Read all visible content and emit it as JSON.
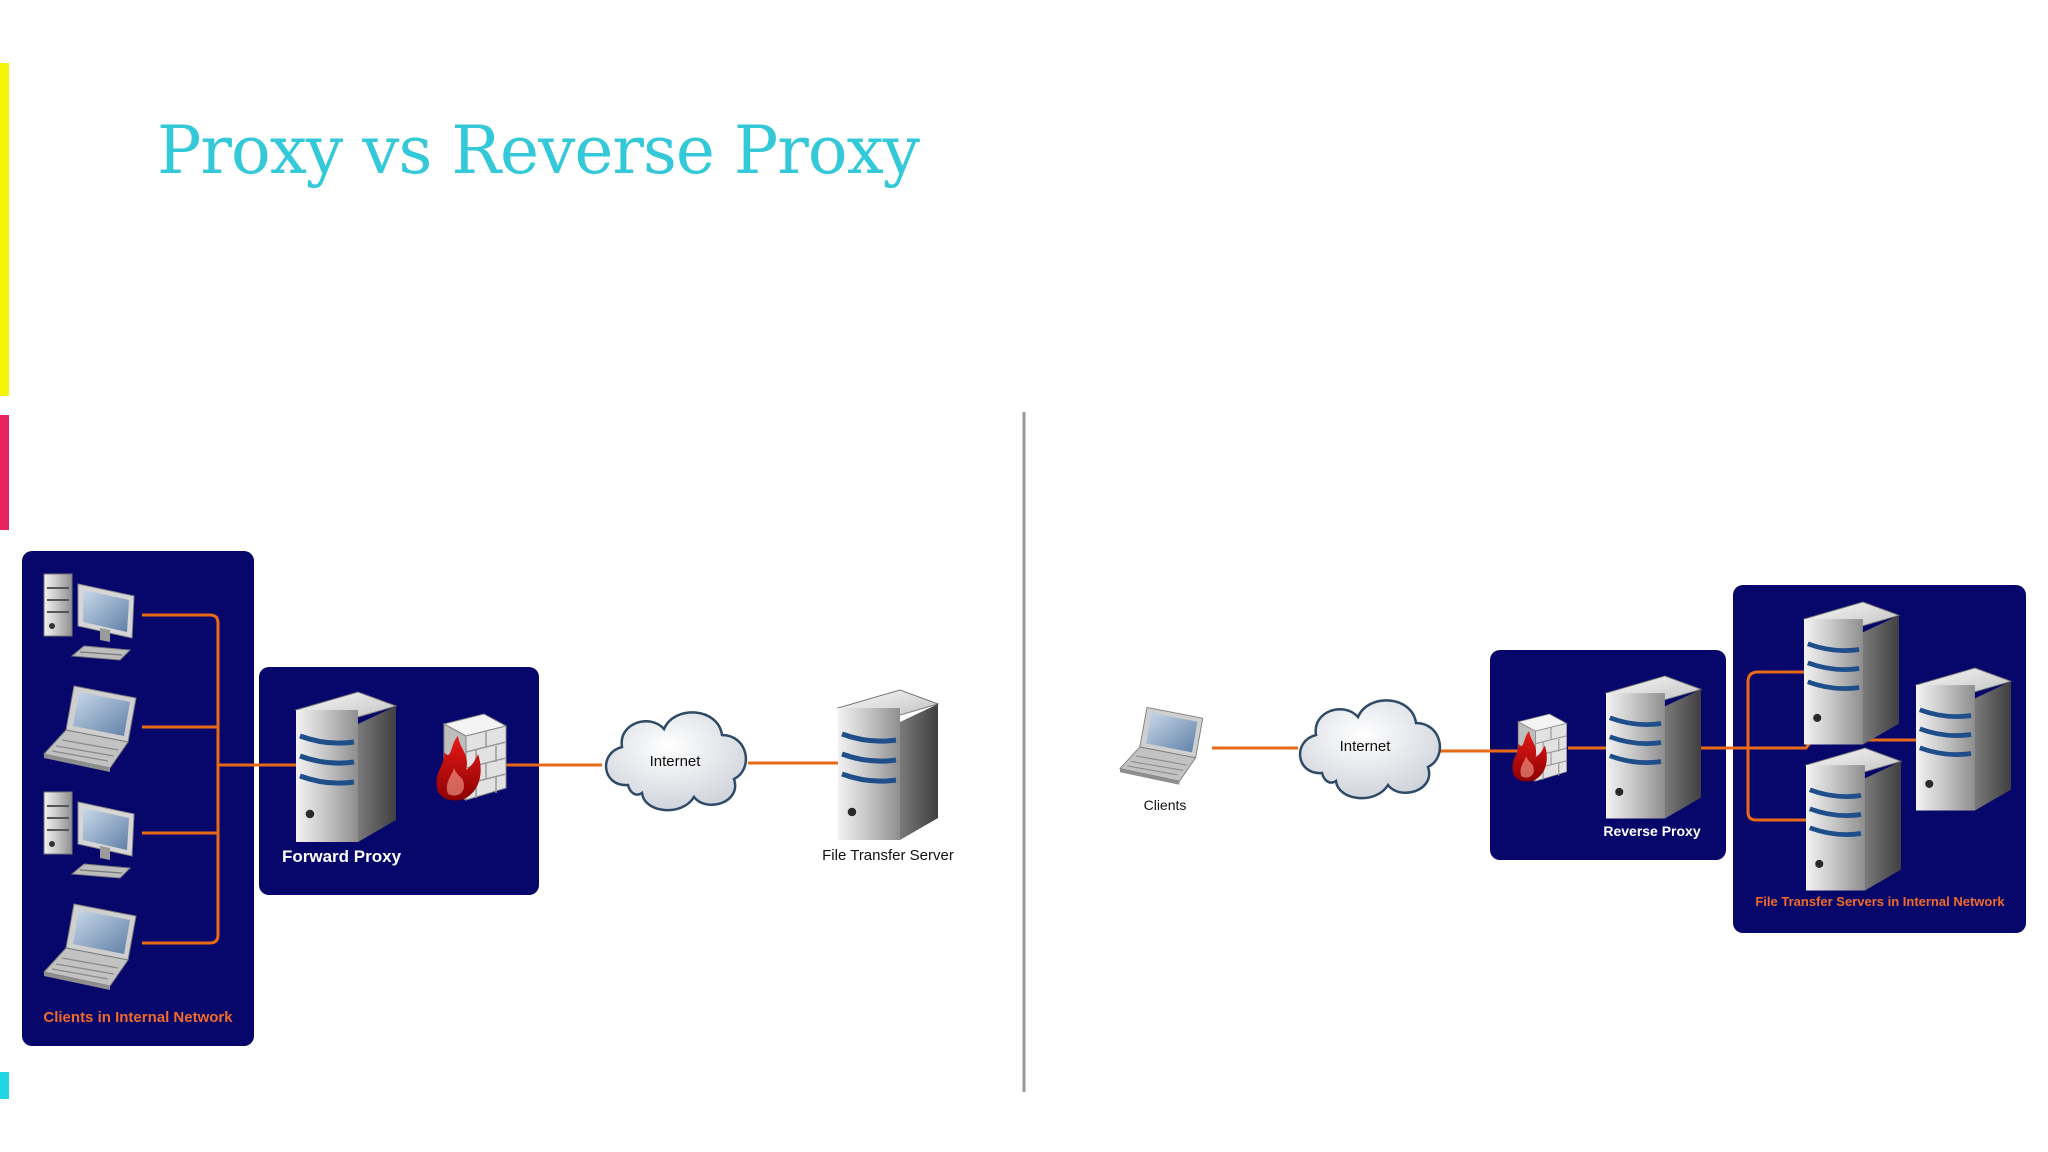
{
  "slide": {
    "title": "Proxy vs Reverse Proxy"
  },
  "colors": {
    "title": "#33c9d8",
    "panel": "#06066b",
    "connector": "#e86a17",
    "panel_caption": "#f26a2a",
    "accent_yellow": "#f5f50a",
    "accent_pink": "#e8245e",
    "accent_cyan": "#1fd6e3"
  },
  "forward_proxy": {
    "clients_caption": "Clients in Internal Network",
    "proxy_label": "Forward Proxy",
    "cloud_label": "Internet",
    "server_label": "File Transfer Server"
  },
  "reverse_proxy": {
    "clients_label": "Clients",
    "cloud_label": "Internet",
    "proxy_label": "Reverse Proxy",
    "servers_caption": "File Transfer Servers in Internal Network"
  },
  "icons": [
    "desktop-computer-icon",
    "laptop-icon",
    "server-tower-icon",
    "firewall-icon",
    "internet-cloud-icon"
  ]
}
